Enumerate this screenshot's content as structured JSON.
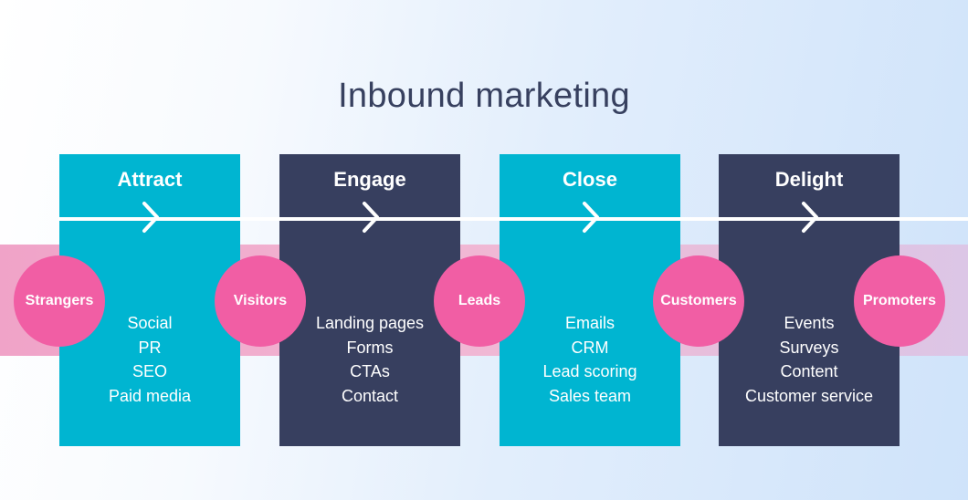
{
  "title": "Inbound marketing",
  "stages": [
    {
      "title": "Attract",
      "items": [
        "Social",
        "PR",
        "SEO",
        "Paid media"
      ]
    },
    {
      "title": "Engage",
      "items": [
        "Landing pages",
        "Forms",
        "CTAs",
        "Contact"
      ]
    },
    {
      "title": "Close",
      "items": [
        "Emails",
        "CRM",
        "Lead scoring",
        "Sales team"
      ]
    },
    {
      "title": "Delight",
      "items": [
        "Events",
        "Surveys",
        "Content",
        "Customer service"
      ]
    }
  ],
  "audiences": [
    "Strangers",
    "Visitors",
    "Leads",
    "Customers",
    "Promoters"
  ],
  "colors": {
    "teal": "#00b5d1",
    "navy": "#373f5f",
    "pink": "#f15ea4",
    "title": "#37405f"
  }
}
